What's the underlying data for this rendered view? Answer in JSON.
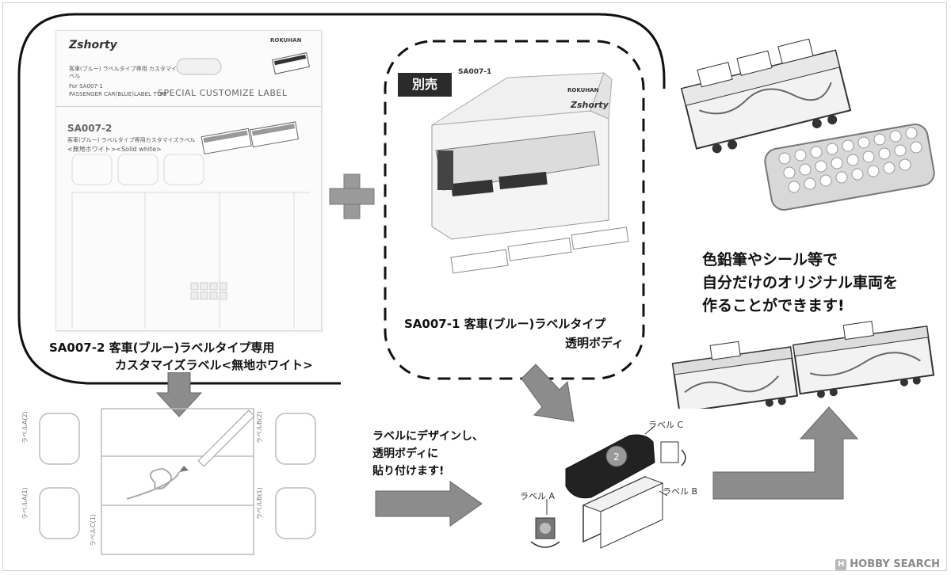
{
  "package_left": {
    "brand": "Zshorty",
    "subtitle_jp": "客車(ブルー) ラベルタイプ専用 カスタマイズラベル",
    "for_line": "For SA007-1",
    "passenger_line": "PASSENGER CAR(BLUE)LABEL TYPE",
    "special_label": "SPECIAL CUSTOMIZE LABEL",
    "sku": "SA007-2",
    "sku_desc": "客車(ブルー) ラベルタイプ専用カスタマイズラベル",
    "variant": "<無地ホワイト><Solid white>",
    "maker": "ROKUHAN"
  },
  "package_left_caption": {
    "line1": "SA007-2  客車(ブルー)ラベルタイプ専用",
    "line2": "カスタマイズラベル<無地ホワイト>"
  },
  "box_right": {
    "badge": "別売",
    "sku": "SA007-1",
    "maker": "ROKUHAN",
    "brand": "Zshorty"
  },
  "box_right_caption": {
    "line1": "SA007-1  客車(ブルー)ラベルタイプ",
    "line2": "透明ボディ"
  },
  "tagline": {
    "line1": "色鉛筆やシール等で",
    "line2": "自分だけのオリジナル車両を",
    "line3": "作ることができます!"
  },
  "instruction": {
    "line1": "ラベルにデザインし、",
    "line2": "透明ボディに",
    "line3": "貼り付けます!"
  },
  "sheet_labels": [
    "ラベルA(2)",
    "ラベルA(1)",
    "ラベルC(1)",
    "ラベルB(2)",
    "ラベルB(1)"
  ],
  "diagram_labels": {
    "a": "ラベル A",
    "b": "ラベル B",
    "c": "ラベル C"
  },
  "watermark": {
    "badge": "H",
    "text": "HOBBY SEARCH"
  },
  "colors": {
    "arrow": "#8c8c8c",
    "plus": "#9a9a9a",
    "badge_bg": "#2b2b2b",
    "outline": "#111111"
  }
}
